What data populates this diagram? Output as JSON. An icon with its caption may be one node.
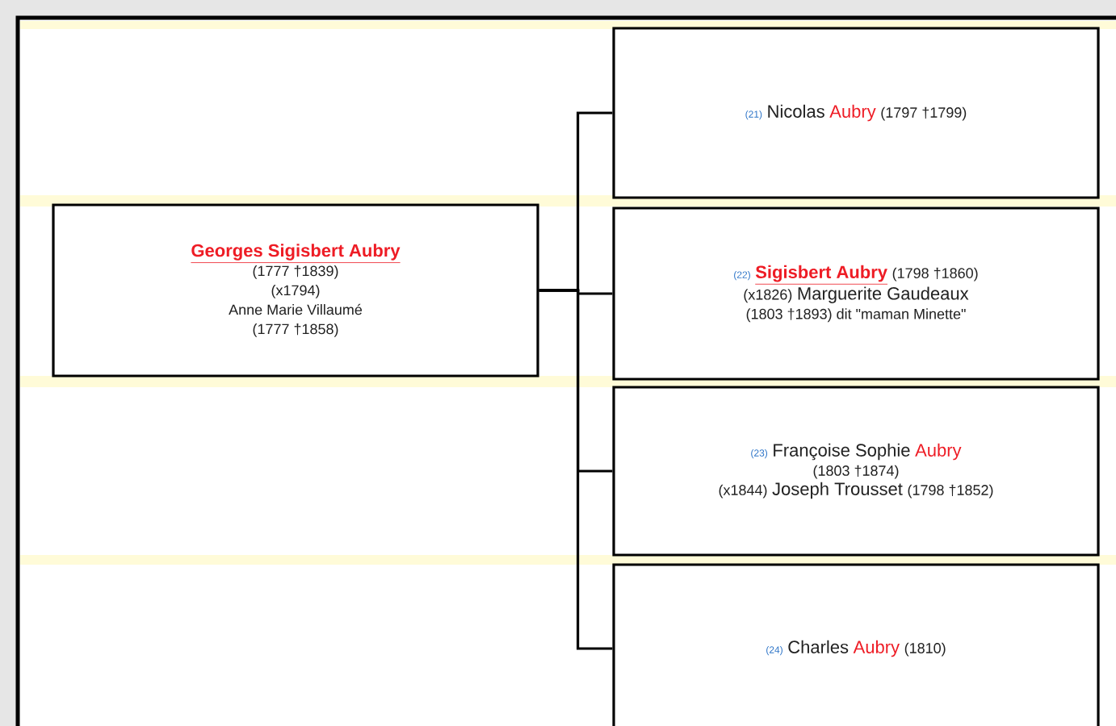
{
  "diagram": {
    "nodes": [
      {
        "text": [
          "Georges Sigisbert Aubry",
          "(1777 †1839)",
          "(x1794)",
          "Anne Marie Villaumé",
          "(1777 †1858)"
        ]
      },
      {
        "text": [
          "(21)",
          "Nicolas",
          "Aubry",
          "(1797 †1799)"
        ]
      },
      {
        "text": [
          "(22)",
          "Sigisbert Aubry",
          "(1798 †1860)",
          "(x1826)",
          "Marguerite Gaudeaux",
          "(1803 †1893) dit \"maman Minette\""
        ]
      },
      {
        "text": [
          "(23)",
          "Françoise Sophie",
          "Aubry",
          "(1803 †1874)",
          "(x1844)",
          "Joseph Trousset",
          "(1798 †1852)"
        ]
      },
      {
        "text": [
          "(24)",
          "Charles",
          "Aubry",
          "(1810)"
        ]
      }
    ],
    "edges": [
      {
        "from": 0,
        "to": 1,
        "arrow": "none"
      },
      {
        "from": 0,
        "to": 2,
        "arrow": "none"
      },
      {
        "from": 0,
        "to": 3,
        "arrow": "none"
      },
      {
        "from": 0,
        "to": 4,
        "arrow": "none"
      }
    ]
  }
}
